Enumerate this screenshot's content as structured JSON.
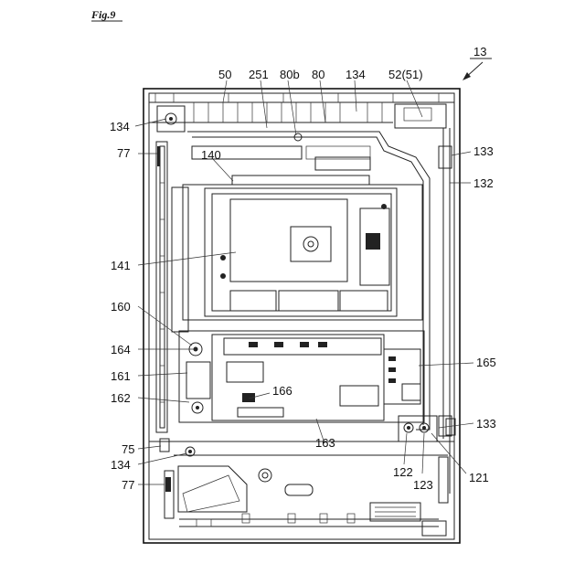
{
  "figure": {
    "title": "Fig.9",
    "reference": "13"
  },
  "labels": {
    "l50": "50",
    "l251": "251",
    "l80b": "80b",
    "l80": "80",
    "l134_top": "134",
    "l52": "52(51)",
    "l134_left": "134",
    "l77_upper": "77",
    "l140": "140",
    "l133_upper": "133",
    "l132": "132",
    "l141": "141",
    "l160": "160",
    "l164": "164",
    "l165": "165",
    "l161": "161",
    "l162": "162",
    "l166": "166",
    "l133_lower": "133",
    "l163": "163",
    "l75": "75",
    "l134_lower": "134",
    "l122": "122",
    "l121": "121",
    "l77_lower": "77",
    "l123": "123"
  }
}
